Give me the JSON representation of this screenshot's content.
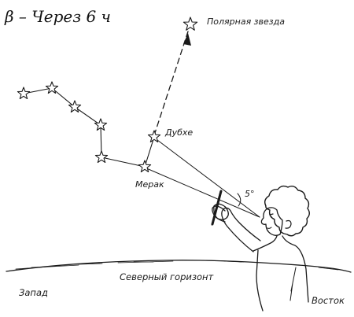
{
  "figure": {
    "caption": "β – Через 6 ч"
  },
  "labels": {
    "polaris": "Полярная звезда",
    "dubhe": "Дубхе",
    "merak": "Мерак",
    "angle": "5°",
    "north_horizon": "Северный горизонт",
    "west": "Запад",
    "east": "Восток"
  }
}
